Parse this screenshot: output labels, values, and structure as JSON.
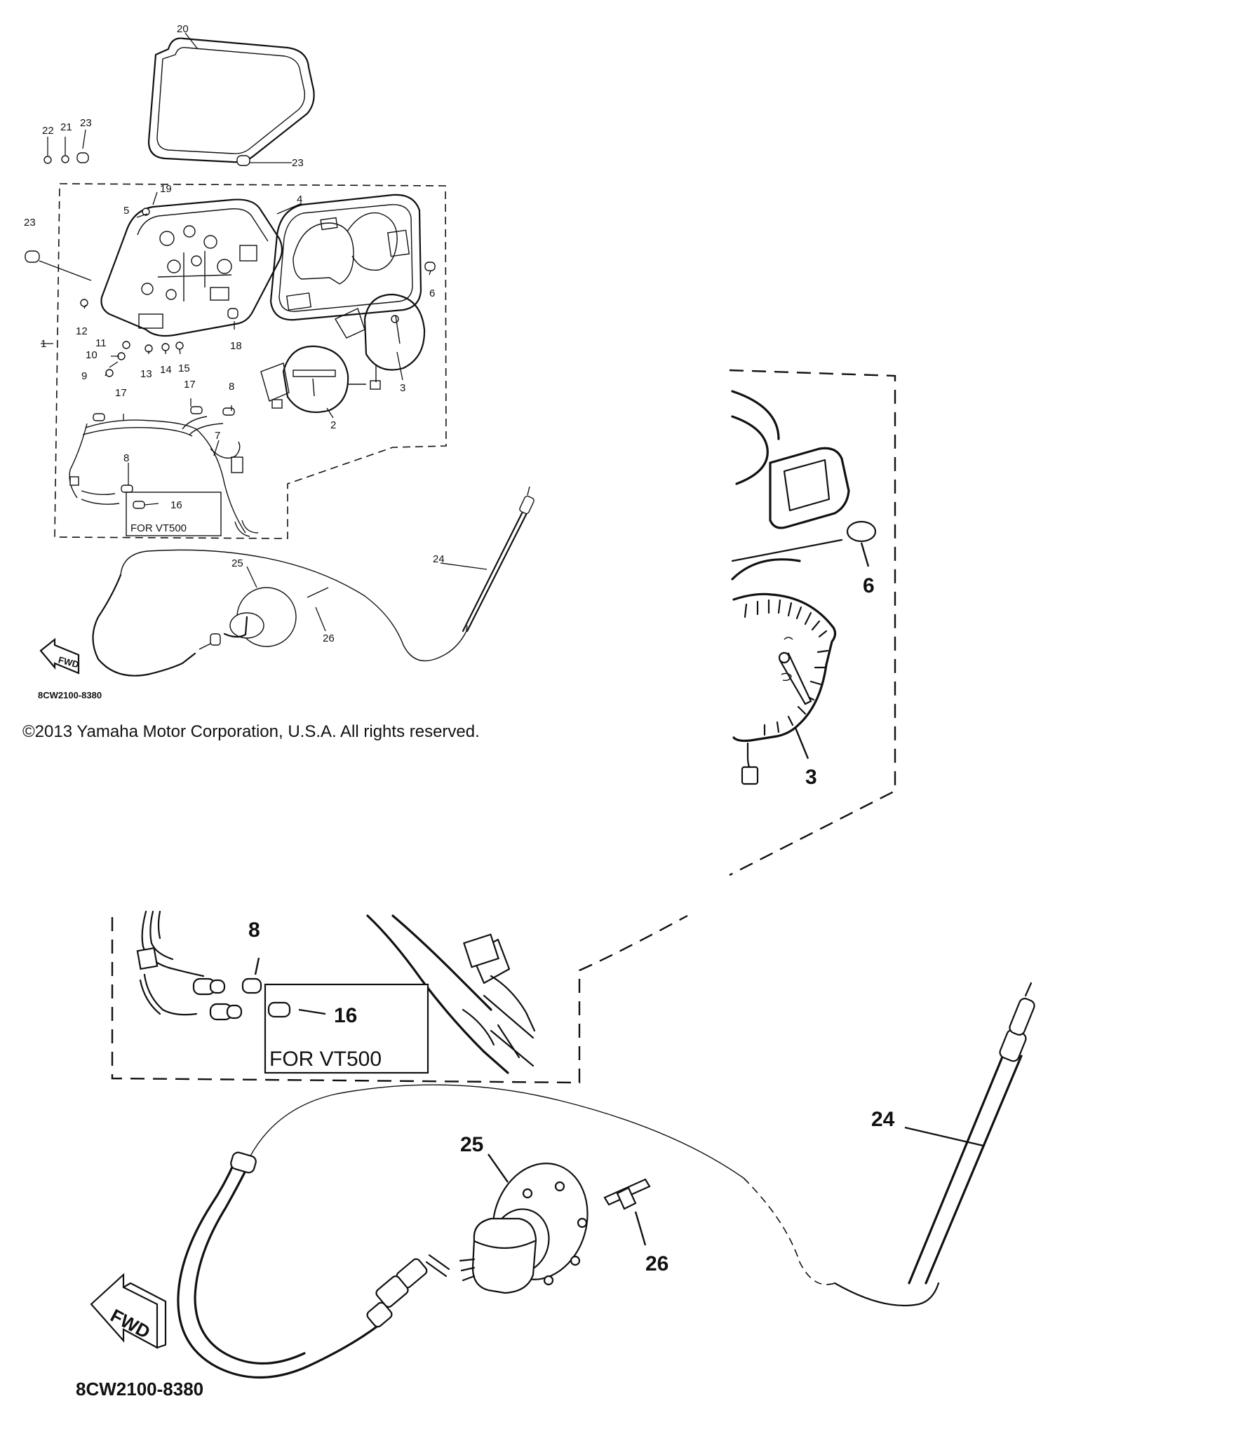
{
  "overview": {
    "callouts": {
      "c1": "1",
      "c2": "2",
      "c3": "3",
      "c4": "4",
      "c5": "5",
      "c6": "6",
      "c7": "7",
      "c8a": "8",
      "c8b": "8",
      "c9": "9",
      "c10": "10",
      "c11": "11",
      "c12": "12",
      "c13": "13",
      "c14": "14",
      "c15": "15",
      "c16": "16",
      "c17a": "17",
      "c17b": "17",
      "c18": "18",
      "c19": "19",
      "c20": "20",
      "c21": "21",
      "c22": "22",
      "c23a": "23",
      "c23b": "23",
      "c23c": "23",
      "c24": "24",
      "c25": "25",
      "c26": "26"
    },
    "variant_box_label": "FOR VT500",
    "direction_label": "FWD",
    "diagram_code": "8CW2100-8380"
  },
  "copyright": "©2013 Yamaha Motor Corporation, U.S.A. All rights reserved.",
  "detail_gauge": {
    "callouts": {
      "c6": "6",
      "c3": "3"
    }
  },
  "detail_harness": {
    "callouts": {
      "c8": "8",
      "c16": "16"
    },
    "variant_box_label": "FOR VT500"
  },
  "detail_cable": {
    "callouts": {
      "c24": "24",
      "c25": "25",
      "c26": "26"
    },
    "direction_label": "FWD",
    "diagram_code": "8CW2100-8380"
  }
}
